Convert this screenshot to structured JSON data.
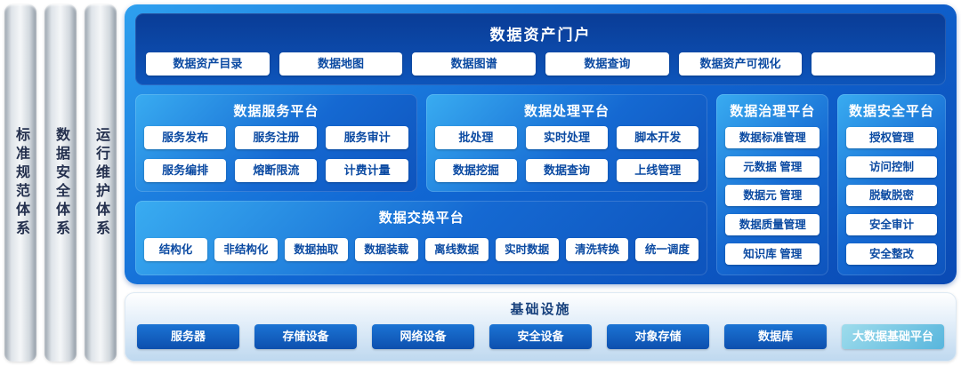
{
  "pillars": [
    {
      "label": "标准规范体系"
    },
    {
      "label": "数据安全体系"
    },
    {
      "label": "运行维护体系"
    }
  ],
  "portal": {
    "title": "数据资产门户",
    "buttons": [
      "数据资产目录",
      "数据地图",
      "数据图谱",
      "数据查询",
      "数据资产可视化",
      ""
    ]
  },
  "platforms": {
    "service": {
      "title": "数据服务平台",
      "buttons": [
        "服务发布",
        "服务注册",
        "服务审计",
        "服务编排",
        "熔断限流",
        "计费计量"
      ]
    },
    "processing": {
      "title": "数据处理平台",
      "buttons": [
        "批处理",
        "实时处理",
        "脚本开发",
        "数据挖掘",
        "数据查询",
        "上线管理"
      ]
    },
    "governance": {
      "title": "数据治理平台",
      "buttons": [
        "数据标准管理",
        "元数据 管理",
        "数据元 管理",
        "数据质量管理",
        "知识库 管理"
      ]
    },
    "security": {
      "title": "数据安全平台",
      "buttons": [
        "授权管理",
        "访问控制",
        "脱敏脱密",
        "安全审计",
        "安全整改"
      ]
    },
    "exchange": {
      "title": "数据交换平台",
      "buttons": [
        "结构化",
        "非结构化",
        "数据抽取",
        "数据装载",
        "离线数据",
        "实时数据",
        "清洗转换",
        "统一调度"
      ]
    }
  },
  "infrastructure": {
    "title": "基础设施",
    "buttons": [
      "服务器",
      "存储设备",
      "网络设备",
      "安全设备",
      "对象存储",
      "数据库",
      "大数据基础平台"
    ]
  },
  "colors": {
    "frame_blue": "#0d52b8",
    "portal_navy": "#0a3c96",
    "panel_blue": "#1569d2",
    "button_text_blue": "#0b4aa2",
    "infra_button_blue": "#0d4fae",
    "infra_highlight_teal": "#58b6dd",
    "pillar_silver": "#d2d8de"
  }
}
